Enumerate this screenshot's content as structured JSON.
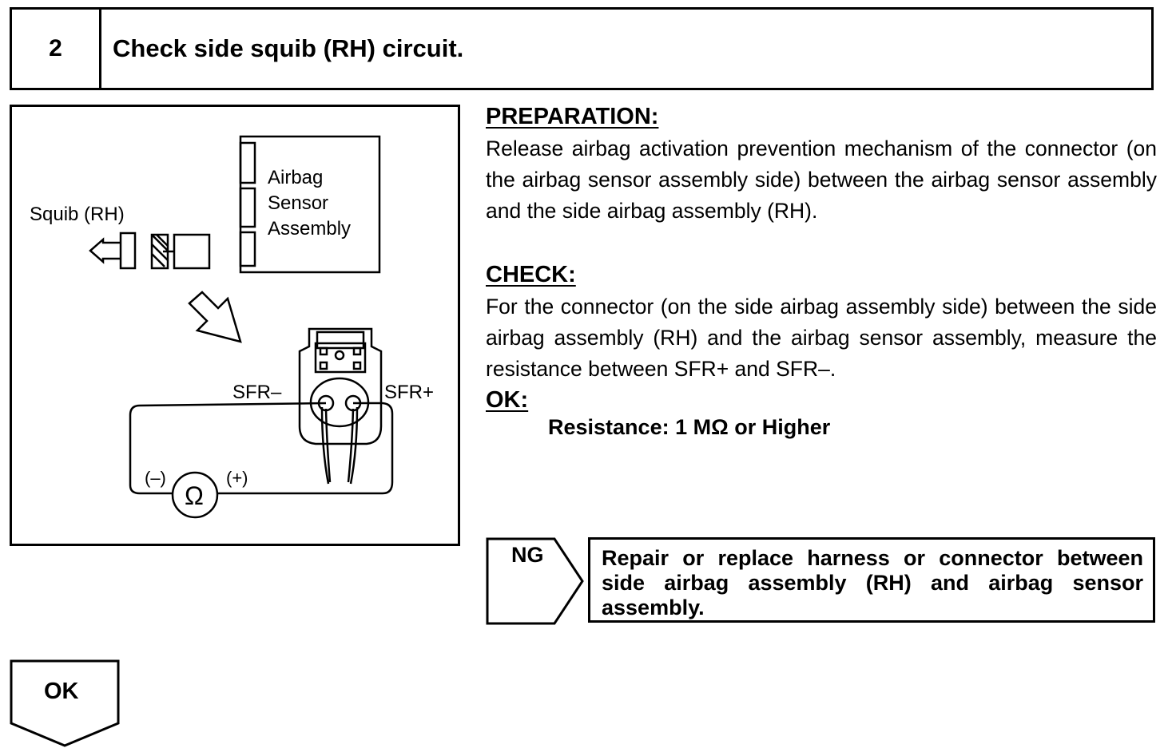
{
  "header": {
    "step_number": "2",
    "title": "Check side squib (RH) circuit."
  },
  "figure": {
    "squib_label": "Squib (RH)",
    "sensor_label_line1": "Airbag",
    "sensor_label_line2": "Sensor",
    "sensor_label_line3": "Assembly",
    "terminal_minus": "SFR–",
    "terminal_plus": "SFR+",
    "meter_minus": "(–)",
    "meter_plus": "(+)",
    "ohm_symbol": "Ω"
  },
  "preparation": {
    "heading": "PREPARATION:",
    "text": "Release airbag activation prevention mechanism of the connector (on the airbag sensor assembly side) between the airbag sensor assembly and the side airbag assembly (RH)."
  },
  "check": {
    "heading": "CHECK:",
    "text": "For the connector (on the side airbag assembly side) between the side airbag assembly (RH) and the airbag sensor assembly, measure the resistance between SFR+ and SFR–."
  },
  "ok_spec": {
    "heading": "OK:",
    "value": "Resistance: 1 MΩ or Higher"
  },
  "ng": {
    "label": "NG",
    "action": "Repair or replace harness or connector between side airbag assembly (RH) and airbag sensor assembly."
  },
  "ok_flow": {
    "label": "OK"
  }
}
